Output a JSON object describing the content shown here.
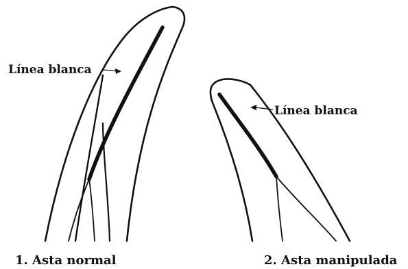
{
  "figures": [
    {
      "label": "Línea blanca",
      "caption": "1. Asta normal"
    },
    {
      "label": "Línea blanca",
      "caption": "2. Asta manipulada"
    }
  ],
  "colors": {
    "ink": "#111111",
    "background": "#ffffff"
  }
}
